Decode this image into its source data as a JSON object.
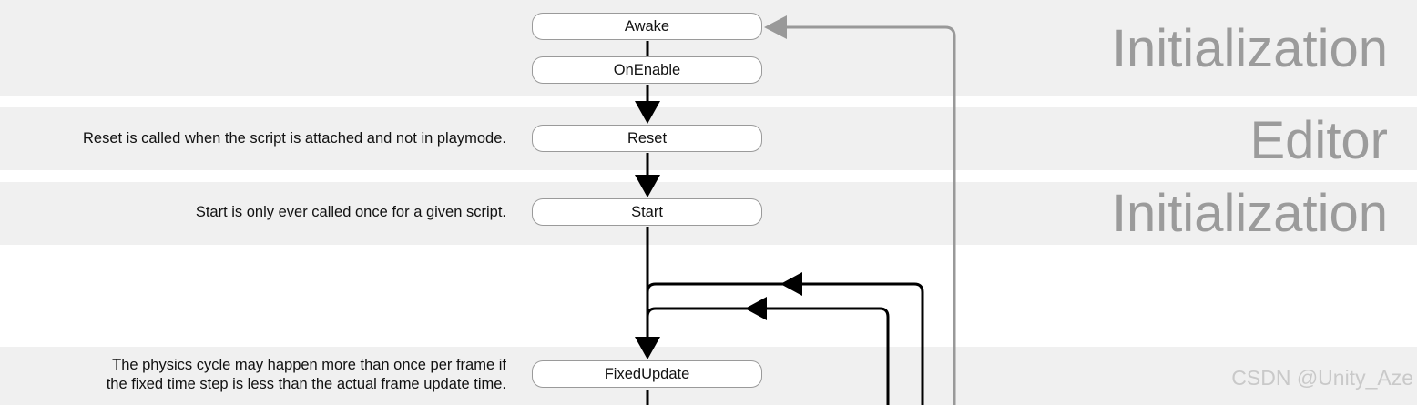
{
  "sections": [
    {
      "label": "Initialization"
    },
    {
      "label": "Editor"
    },
    {
      "label": "Initialization"
    }
  ],
  "nodes": [
    {
      "label": "Awake"
    },
    {
      "label": "OnEnable"
    },
    {
      "label": "Reset"
    },
    {
      "label": "Start"
    },
    {
      "label": "FixedUpdate"
    }
  ],
  "notes": {
    "reset": "Reset is called when the script is attached and not in playmode.",
    "start": "Start is only ever called once for a given script.",
    "physics_line1": "The physics cycle may happen more than once per frame if",
    "physics_line2": "the fixed time step is less than the actual frame update time."
  },
  "watermark": "CSDN @Unity_Aze",
  "colors": {
    "band": "#f0f0f0",
    "section_label": "#9b9b9b",
    "flow_line": "#000000",
    "loop_line": "#999999"
  }
}
